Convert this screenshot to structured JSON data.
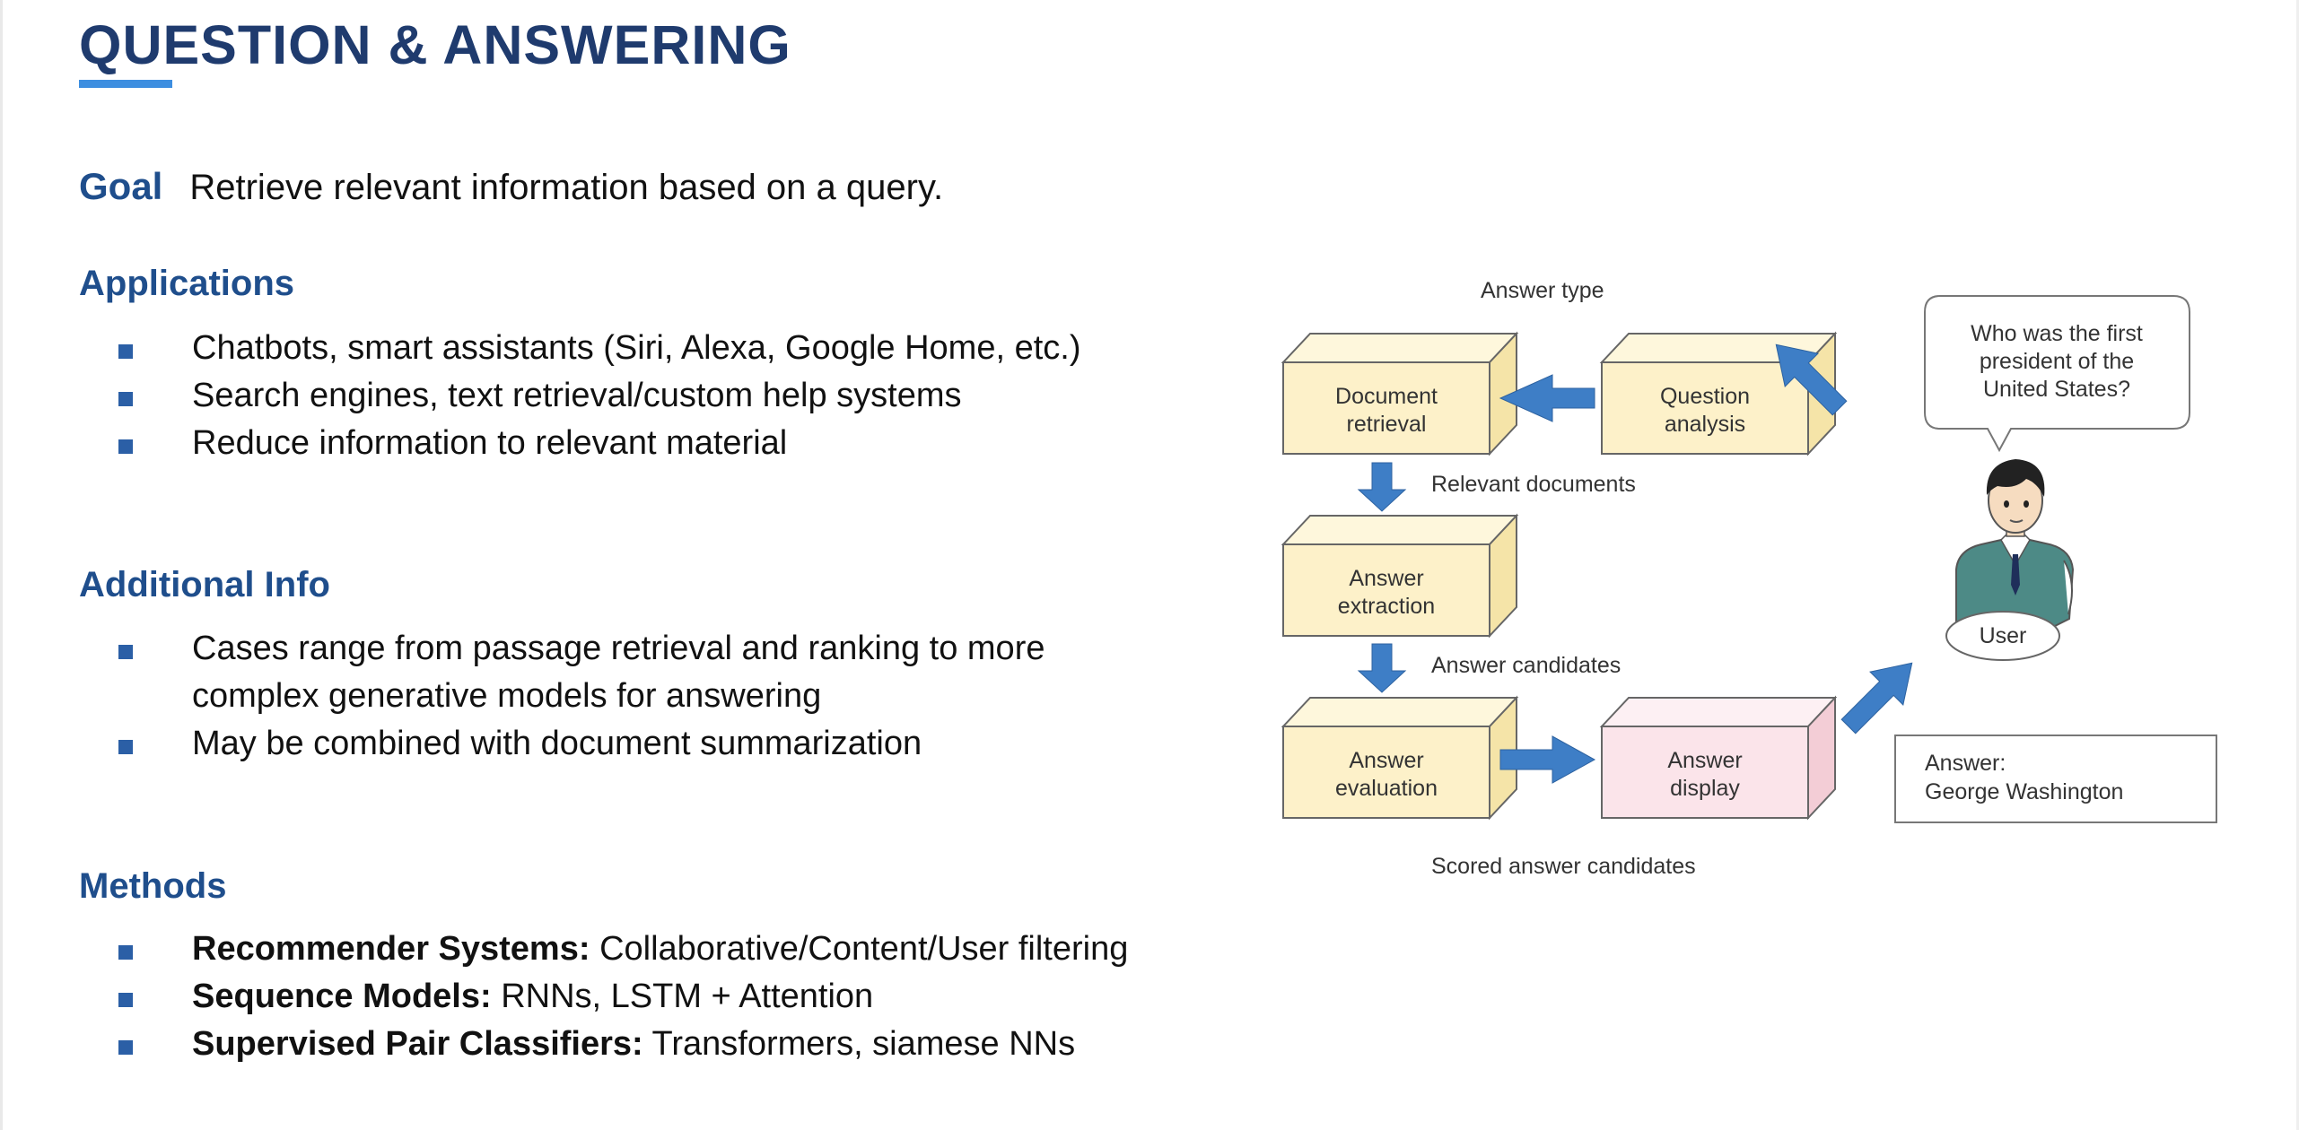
{
  "title": "QUESTION & ANSWERING",
  "goal": {
    "label": "Goal",
    "text": "Retrieve relevant information based on a query."
  },
  "sections": {
    "applications": {
      "heading": "Applications",
      "items": [
        "Chatbots, smart assistants (Siri, Alexa, Google Home, etc.)",
        "Search engines, text retrieval/custom help systems",
        "Reduce information to relevant material"
      ]
    },
    "additional_info": {
      "heading": "Additional Info",
      "items": [
        "Cases range from passage retrieval and ranking to more",
        "complex generative models for answering",
        "May be combined with document summarization"
      ]
    },
    "methods": {
      "heading": "Methods",
      "items": [
        {
          "bold": "Recommender Systems:",
          "text": " Collaborative/Content/User filtering"
        },
        {
          "bold": "Sequence Models:",
          "text": " RNNs, LSTM + Attention"
        },
        {
          "bold": "Supervised Pair Classifiers:",
          "text": " Transformers, siamese NNs"
        }
      ]
    }
  },
  "diagram": {
    "answer_type": "Answer type",
    "document_retrieval": [
      "Document",
      "retrieval"
    ],
    "question_analysis": [
      "Question",
      "analysis"
    ],
    "relevant_documents": "Relevant documents",
    "answer_extraction": [
      "Answer",
      "extraction"
    ],
    "answer_candidates": "Answer candidates",
    "answer_evaluation": [
      "Answer",
      "evaluation"
    ],
    "answer_display": [
      "Answer",
      "display"
    ],
    "scored_answer_candidates": "Scored answer candidates",
    "speech_bubble": [
      "Who was the first",
      "president of the",
      "United States?"
    ],
    "user_label": "User",
    "answer_box": [
      "Answer:",
      "George Washington"
    ],
    "colors": {
      "yellow_box": "#fdf1c9",
      "pink_box": "#fbe4ea",
      "arrow_blue": "#3e7ec6"
    }
  }
}
